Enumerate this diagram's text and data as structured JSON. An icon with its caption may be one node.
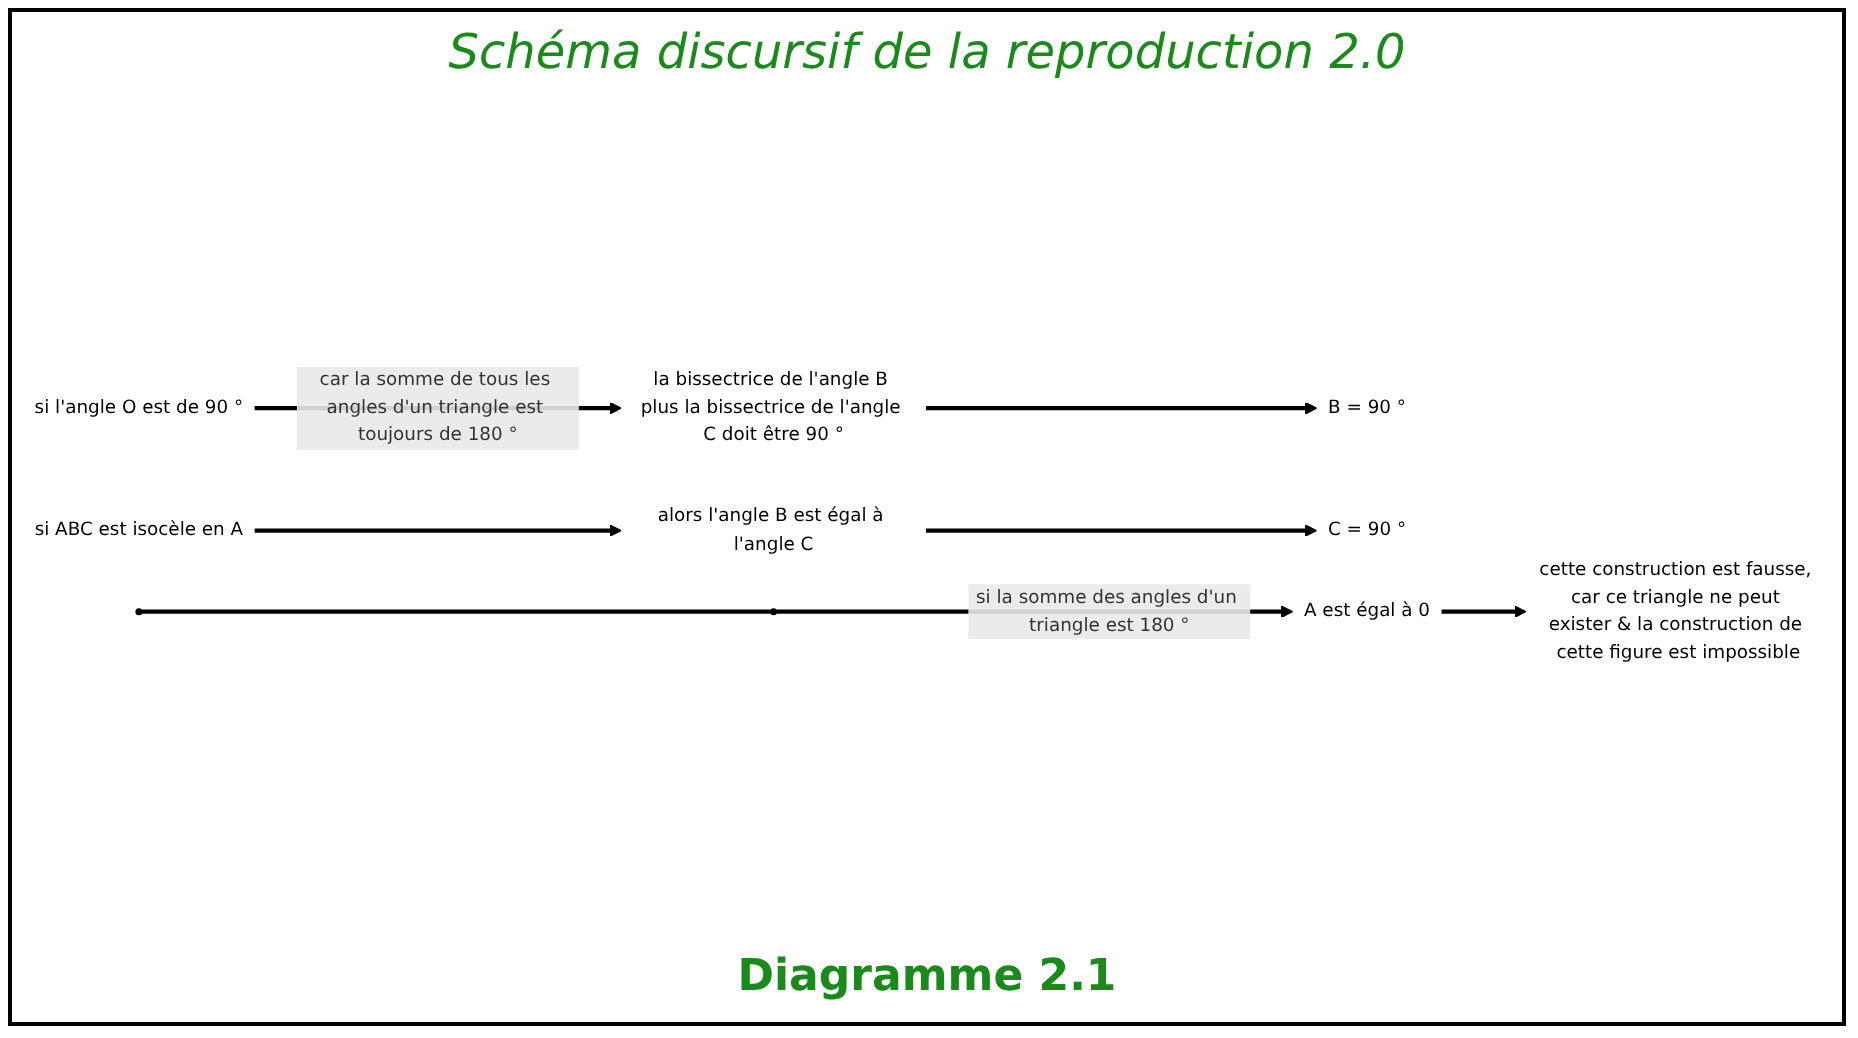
{
  "diagram": {
    "title": "Schéma discursif de la reproduction 2.0",
    "caption": "Diagramme 2.1",
    "nodes": [
      {
        "text": [
          "si l'angle O est de 90 °"
        ]
      },
      {
        "text": [
          "la bissectrice de l'angle B plus la bissectrice de l'angle C doit être 90 °"
        ]
      },
      {
        "text": [
          "si ABC est isocèle en A"
        ]
      },
      {
        "text": [
          "alors l'angle B est égal à l'angle C"
        ]
      },
      {
        "text": [
          "B = 90 °"
        ]
      },
      {
        "text": [
          "C = 90 °"
        ]
      },
      {
        "text": [],
        "shape": "circle"
      },
      {
        "text": [],
        "shape": "circle"
      },
      {
        "text": [
          "A est égal à 0"
        ]
      },
      {
        "text": [
          "cette construction est fausse, car ce triangle ne peut exister & la construction de cette figure est impossible"
        ]
      }
    ],
    "edges": [
      {
        "from": 0,
        "to": 1,
        "arrow": "to",
        "label": "car la somme de tous les angles d'un triangle est toujours de 180 °"
      },
      {
        "from": 2,
        "to": 3,
        "arrow": "to"
      },
      {
        "from": 1,
        "to": 4,
        "arrow": "to"
      },
      {
        "from": 3,
        "to": 5,
        "arrow": "to"
      },
      {
        "from": 6,
        "to": 7,
        "arrow": "none"
      },
      {
        "from": 7,
        "to": 8,
        "arrow": "to",
        "label": "si la somme des angles d'un triangle est 180 °"
      },
      {
        "from": 8,
        "to": 9,
        "arrow": "to"
      }
    ]
  }
}
